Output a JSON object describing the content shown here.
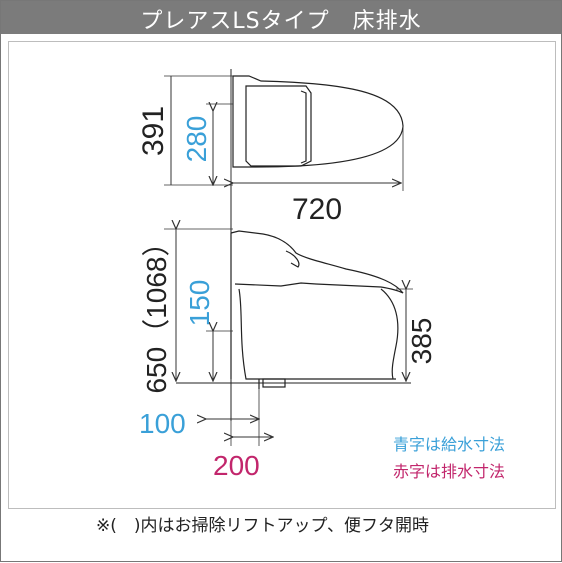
{
  "title": "プレアスLSタイプ　床排水",
  "dims": {
    "d391": "391",
    "d280": "280",
    "d720": "720",
    "d650": "650（1068）",
    "d150": "150",
    "d385": "385",
    "d100": "100",
    "d200": "200"
  },
  "legend": {
    "blue": "青字は給水寸法",
    "red": "赤字は排水寸法"
  },
  "note": "※(　)内はお掃除リフトアップ、便フタ開時",
  "colors": {
    "blue": "#3aa0d8",
    "red": "#c2266c",
    "header": "#7b7b7b"
  }
}
